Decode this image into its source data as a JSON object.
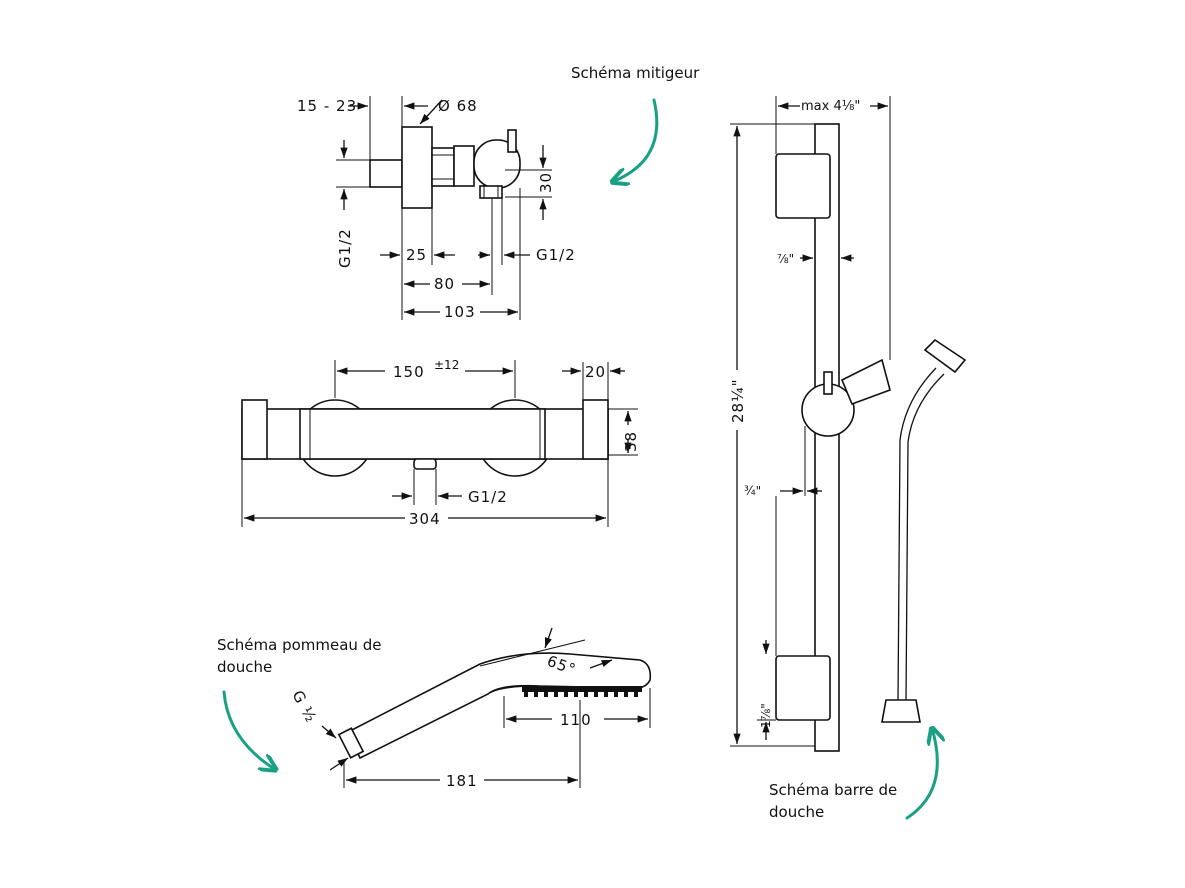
{
  "captions": {
    "mixer": "Schéma mitigeur",
    "handshower": "Schéma pommeau de douche",
    "bar": "Schéma barre de douche"
  },
  "mixer_side": {
    "dim_15_23": "15 - 23",
    "dim_d68": "Ø 68",
    "dim_30": "30",
    "dim_g12_left": "G1/2",
    "dim_25": "25",
    "dim_g12_right": "G1/2",
    "dim_80": "80",
    "dim_103": "103"
  },
  "mixer_front": {
    "dim_150": "150",
    "dim_150_tol": "±12",
    "dim_20": "20",
    "dim_38": "38",
    "dim_g12": "G1/2",
    "dim_304": "304"
  },
  "handshower": {
    "dim_65": "65°",
    "dim_110": "110",
    "dim_g12": "G ½",
    "dim_181": "181"
  },
  "bar": {
    "dim_max": "max 4⅛\"",
    "dim_7_8": "⅞\"",
    "dim_28": "28¼\"",
    "dim_3_4": "¾\"",
    "dim_1_7_8": "1⅞\""
  },
  "colors": {
    "accent_arrow": "#1aa184",
    "line": "#111111"
  }
}
